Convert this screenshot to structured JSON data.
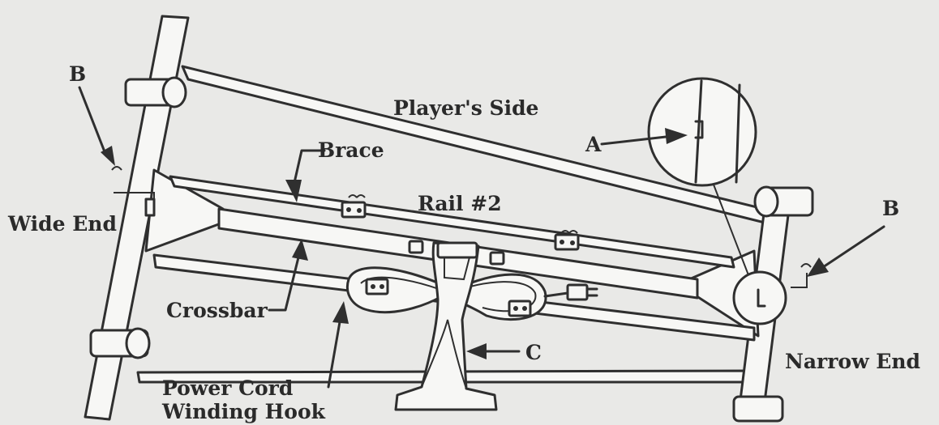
{
  "labels": {
    "players_side": "Player's Side",
    "brace": "Brace",
    "rail": "Rail #2",
    "wide_end": "Wide End",
    "narrow_end": "Narrow End",
    "crossbar": "Crossbar",
    "power_cord_line1": "Power Cord",
    "power_cord_line2": "Winding Hook",
    "callout_a": "A",
    "callout_b_left": "B",
    "callout_b_right": "B",
    "callout_c": "C"
  },
  "colors": {
    "background": "#e9e9e7",
    "ink": "#2f2f2f"
  }
}
